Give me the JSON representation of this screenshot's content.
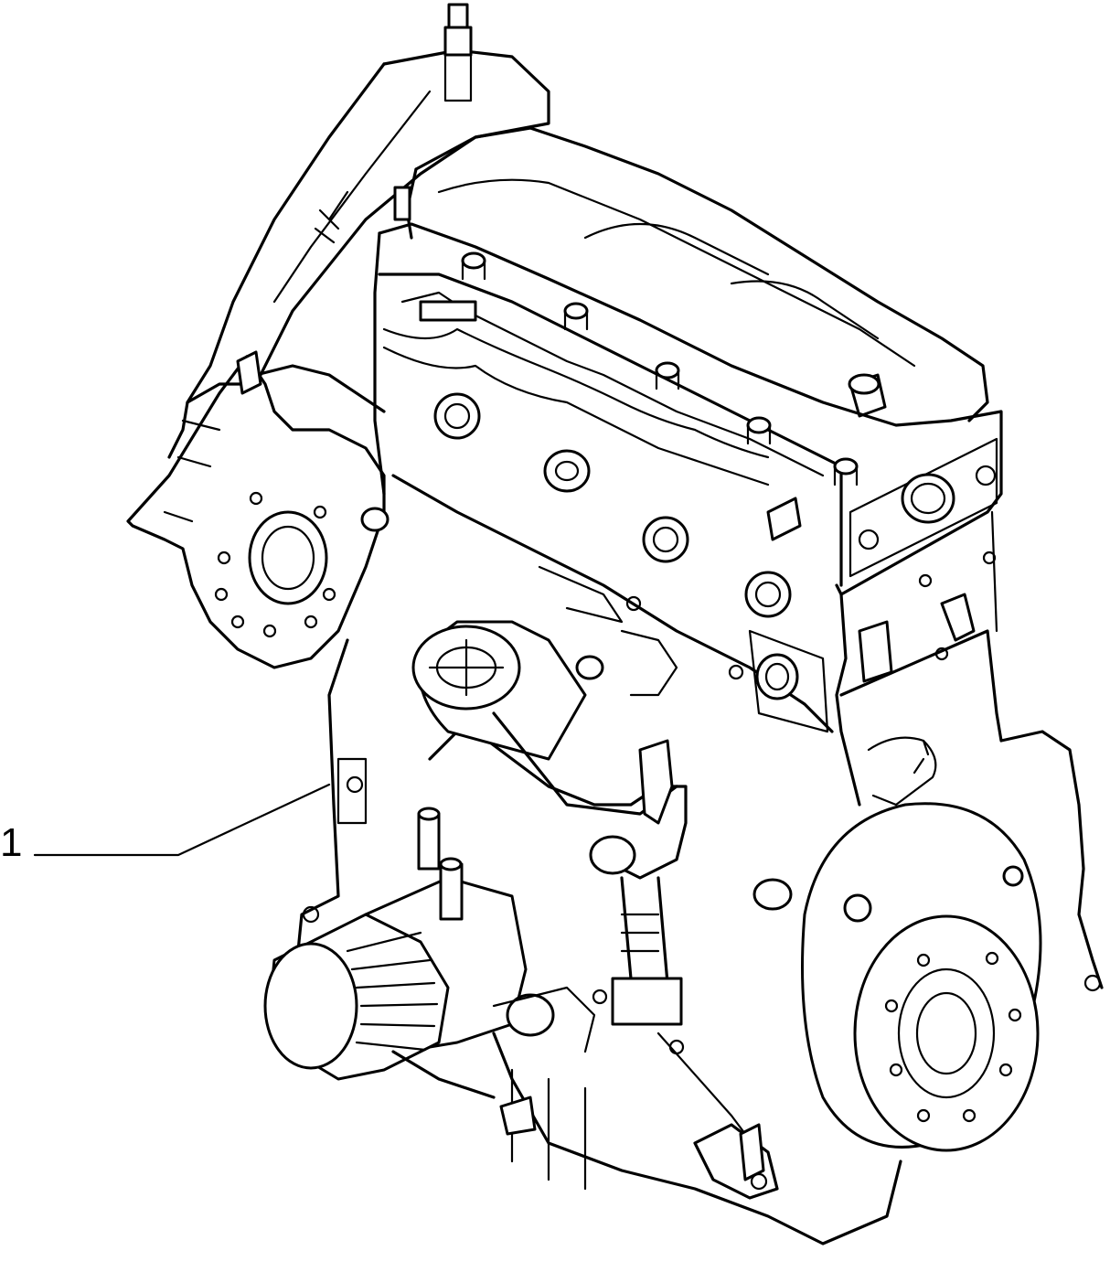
{
  "diagram": {
    "callouts": [
      {
        "id": "1",
        "label": "1",
        "part": "engine-assembly"
      }
    ],
    "colors": {
      "line": "#000000",
      "background": "#ffffff"
    }
  }
}
